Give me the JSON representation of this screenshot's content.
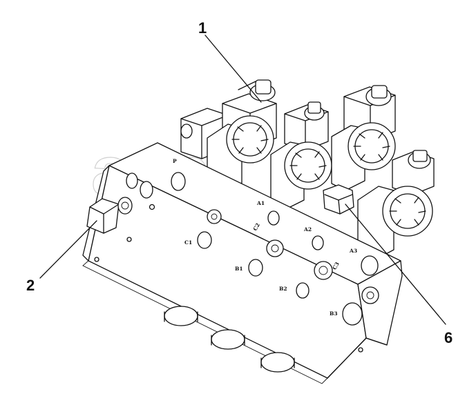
{
  "callouts": [
    {
      "id": "c1",
      "label": "1"
    },
    {
      "id": "c2",
      "label": "2"
    },
    {
      "id": "c6",
      "label": "6"
    }
  ],
  "port_labels": [
    {
      "id": "p",
      "text": "P"
    },
    {
      "id": "a1",
      "text": "A1"
    },
    {
      "id": "c1",
      "text": "C1"
    },
    {
      "id": "c2",
      "text": "C2"
    },
    {
      "id": "a2",
      "text": "A2"
    },
    {
      "id": "a3",
      "text": "A3"
    },
    {
      "id": "c3",
      "text": "C3"
    },
    {
      "id": "b1",
      "text": "B1"
    },
    {
      "id": "b2",
      "text": "B2"
    },
    {
      "id": "b3",
      "text": "B3"
    }
  ],
  "watermark": {
    "text": "ana",
    "mark": "TM"
  }
}
